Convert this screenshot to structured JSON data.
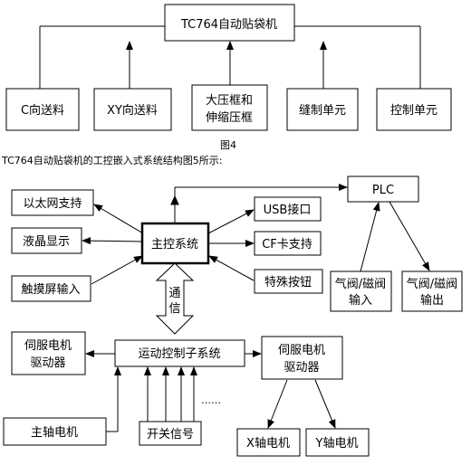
{
  "top_diagram": {
    "root": "TC764自动贴袋机",
    "children": [
      "C向送料",
      "XY向送料",
      "大压框和",
      "伸缩压框",
      "缝制单元",
      "控制单元"
    ]
  },
  "figure_caption": "图4",
  "description": "TC764自动贴袋机的工控嵌入式系统结构图5所示:",
  "system_diagram": {
    "left_items": [
      "以太网支持",
      "液晶显示",
      "触摸屏输入"
    ],
    "main_control": "主控系统",
    "right_items": [
      "USB接口",
      "CF卡支持",
      "特殊按钮"
    ],
    "plc": "PLC",
    "valve_input": [
      "气阀/磁阀",
      "输入"
    ],
    "valve_output": [
      "气阀/磁阀",
      "输出"
    ],
    "comm_label": [
      "通",
      "信"
    ],
    "servo_left": [
      "伺服电机",
      "驱动器"
    ],
    "motion_control": "运动控制子系统",
    "servo_right": [
      "伺服电机",
      "驱动器"
    ],
    "spindle_motor": "主轴电机",
    "switch_signal": "开关信号",
    "x_motor": "X轴电机",
    "y_motor": "Y轴电机",
    "dots": "……"
  },
  "colors": {
    "line": "#000000",
    "background": "#ffffff"
  }
}
